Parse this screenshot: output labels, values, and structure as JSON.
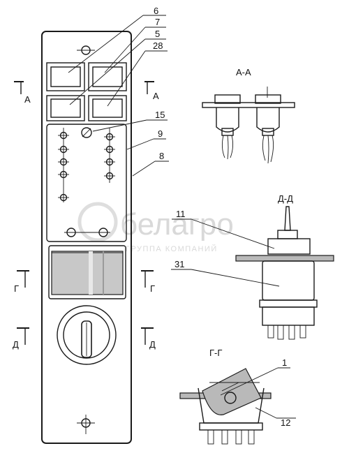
{
  "labels": {
    "callout_6": "6",
    "callout_7": "7",
    "callout_5": "5",
    "callout_28": "28",
    "callout_15": "15",
    "callout_9": "9",
    "callout_8": "8",
    "callout_11": "11",
    "callout_31": "31",
    "callout_1": "1",
    "callout_12": "12"
  },
  "section_marks": {
    "a": "А",
    "g": "Г",
    "d": "Д"
  },
  "section_titles": {
    "aa": "А-А",
    "dd": "Д-Д",
    "gg": "Г-Г"
  },
  "watermark": {
    "brand": "белагро",
    "tagline": "ГРУППА КОМПАНИЙ"
  }
}
